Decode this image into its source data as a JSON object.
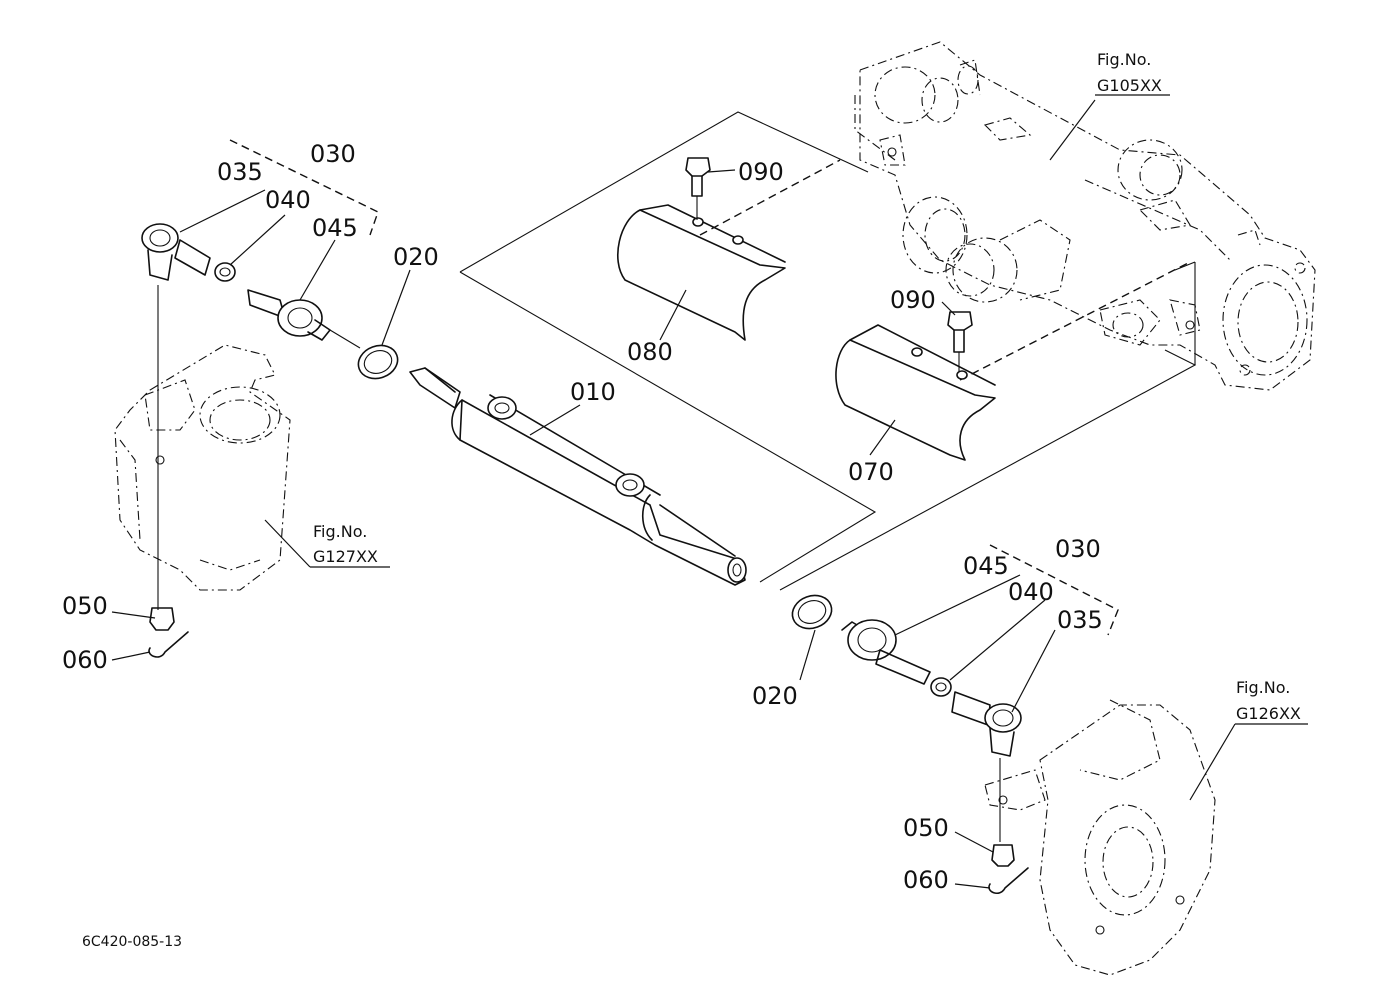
{
  "callouts": {
    "p010": "010",
    "p020_left": "020",
    "p020_right": "020",
    "p030_left": "030",
    "p030_right": "030",
    "p035_left": "035",
    "p035_right": "035",
    "p040_left": "040",
    "p040_right": "040",
    "p045_left": "045",
    "p045_right": "045",
    "p050_left": "050",
    "p050_right": "050",
    "p060_left": "060",
    "p060_right": "060",
    "p070": "070",
    "p080": "080",
    "p090_top": "090",
    "p090_mid": "090"
  },
  "figure_refs": {
    "housing": {
      "label": "Fig.No.",
      "number": "G105XX"
    },
    "left_knuckle": {
      "label": "Fig.No.",
      "number": "G127XX"
    },
    "right_knuckle": {
      "label": "Fig.No.",
      "number": "G126XX"
    }
  },
  "drawing_code": "6C420-085-13"
}
